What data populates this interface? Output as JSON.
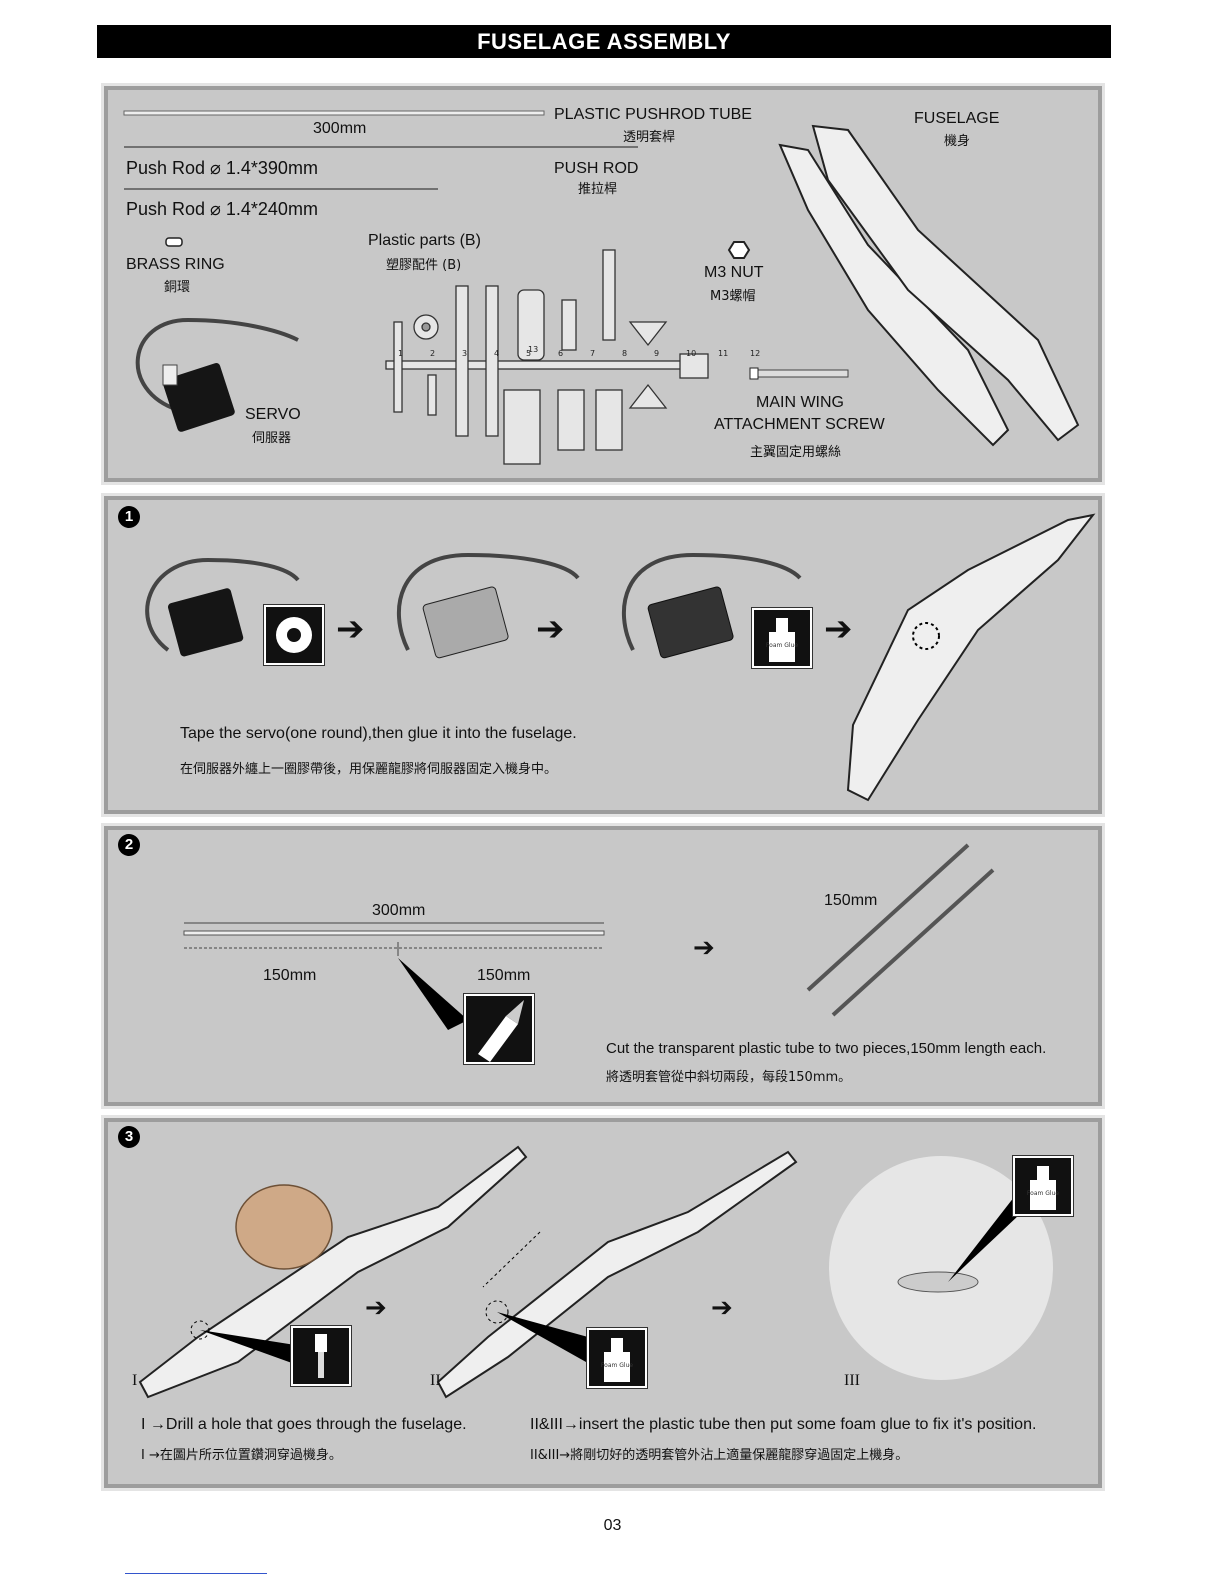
{
  "header": {
    "title": "FUSELAGE ASSEMBLY"
  },
  "parts": {
    "tube_len": "300mm",
    "tube_en": "PLASTIC PUSHROD TUBE",
    "tube_zh": "透明套桿",
    "rod1": "Push Rod ⌀ 1.4*390mm",
    "rod2": "Push Rod ⌀ 1.4*240mm",
    "pushrod_en": "PUSH ROD",
    "pushrod_zh": "推拉桿",
    "fuselage_en": "FUSELAGE",
    "fuselage_zh": "機身",
    "brass_en": "BRASS RING",
    "brass_zh": "銅環",
    "plastic_en": "Plastic parts (B)",
    "plastic_zh": "塑膠配件 (B)",
    "nut_en": "M3 NUT",
    "nut_zh": "M3螺帽",
    "servo_en": "SERVO",
    "servo_zh": "伺服器",
    "screw_en1": "MAIN WING",
    "screw_en2": "ATTACHMENT SCREW",
    "screw_zh": "主翼固定用螺絲",
    "sprue_numbers": [
      "1",
      "2",
      "3",
      "4",
      "5",
      "6",
      "7",
      "8",
      "9",
      "10",
      "11",
      "12",
      "13"
    ]
  },
  "step1": {
    "num": "1",
    "text_en": "Tape the servo(one round),then glue it into the fuselage.",
    "text_zh": "在伺服器外纏上一圈膠帶後，用保麗龍膠將伺服器固定入機身中。",
    "glue_label": "Foam Glue"
  },
  "step2": {
    "num": "2",
    "total": "300mm",
    "half_a": "150mm",
    "half_b": "150mm",
    "piece": "150mm",
    "text_en": "Cut the transparent plastic tube to two pieces,150mm length each.",
    "text_zh": "將透明套管從中斜切兩段，每段150mm。"
  },
  "step3": {
    "num": "3",
    "roman1": "I",
    "roman2": "II",
    "roman3": "III",
    "glue_label": "Foam Glue",
    "text1_en": "I →Drill a hole that goes through the fuselage.",
    "text1_zh": "I →在圖片所示位置鑽洞穿過機身。",
    "text2_en": "II&III→insert the plastic tube then put some foam glue to fix it's position.",
    "text2_zh": "II&III→將剛切好的透明套管外沾上適量保麗龍膠穿過固定上機身。"
  },
  "footer": {
    "page": "03"
  }
}
